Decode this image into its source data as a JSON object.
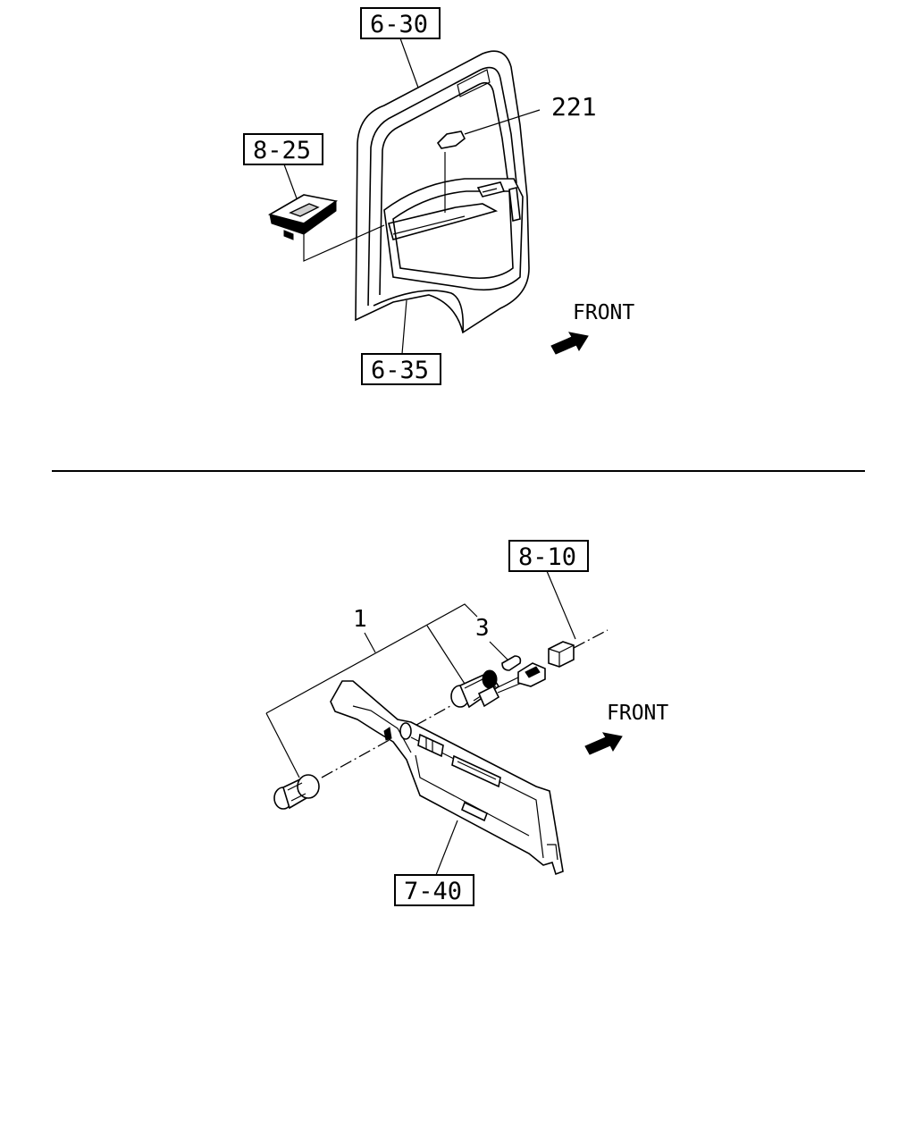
{
  "top_section": {
    "ref_top": "6-30",
    "ref_left": "8-25",
    "ref_bottom": "6-35",
    "part_number": "221",
    "direction": "FRONT"
  },
  "bottom_section": {
    "ref_harness": "8-10",
    "ref_panel": "7-40",
    "part_1": "1",
    "part_3": "3",
    "direction": "FRONT"
  }
}
